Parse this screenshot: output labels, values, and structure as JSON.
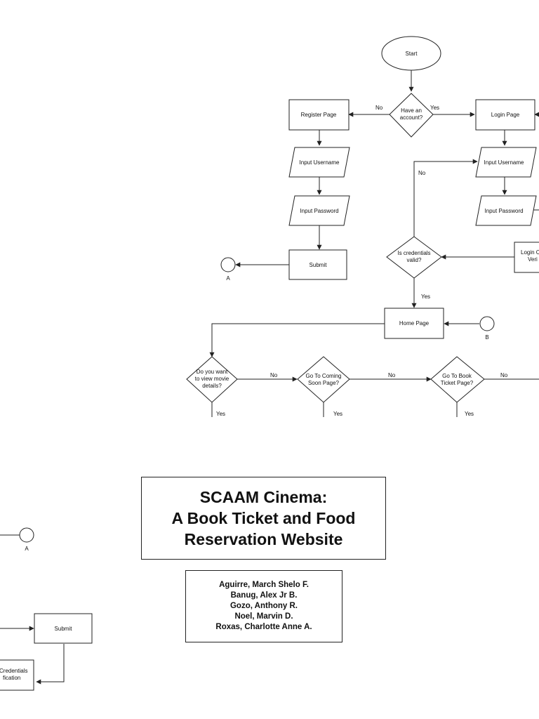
{
  "diagram": {
    "nodes": {
      "start": "Start",
      "have_account_1": "Have an",
      "have_account_2": "account?",
      "register_page": "Register Page",
      "login_page": "Login Page",
      "input_username_left": "Input Username",
      "input_username_right": "Input Username",
      "input_password_left": "Input Password",
      "input_password_right": "Input Password",
      "submit_top": "Submit",
      "credentials_valid_1": "Is credentials",
      "credentials_valid_2": "valid?",
      "login_verif_1": "Login C",
      "login_verif_2": "Veri",
      "home_page": "Home Page",
      "view_details_1": "Do you want",
      "view_details_2": "to view movie",
      "view_details_3": "details?",
      "coming_soon_1": "Go To Coming",
      "coming_soon_2": "Soon Page?",
      "book_ticket_1": "Go To Book",
      "book_ticket_2": "Ticket Page?",
      "connector_a_top": "A",
      "connector_b": "B",
      "connector_a_bottom": "A",
      "submit_bottom": "Submit",
      "credentials_verif_1": "Credentials",
      "credentials_verif_2": "fication"
    },
    "edge_labels": {
      "no_register": "No",
      "yes_login": "Yes",
      "no_retry": "No",
      "yes_home": "Yes",
      "no_coming": "No",
      "no_book": "No",
      "no_next": "No",
      "yes_details": "Yes",
      "yes_coming": "Yes",
      "yes_book": "Yes"
    }
  },
  "title": {
    "line1": "SCAAM Cinema:",
    "line2": "A Book Ticket and Food",
    "line3": "Reservation Website"
  },
  "authors": [
    "Aguirre, March Shelo F.",
    "Banug, Alex Jr B.",
    "Gozo, Anthony R.",
    "Noel, Marvin D.",
    "Roxas, Charlotte Anne A."
  ]
}
